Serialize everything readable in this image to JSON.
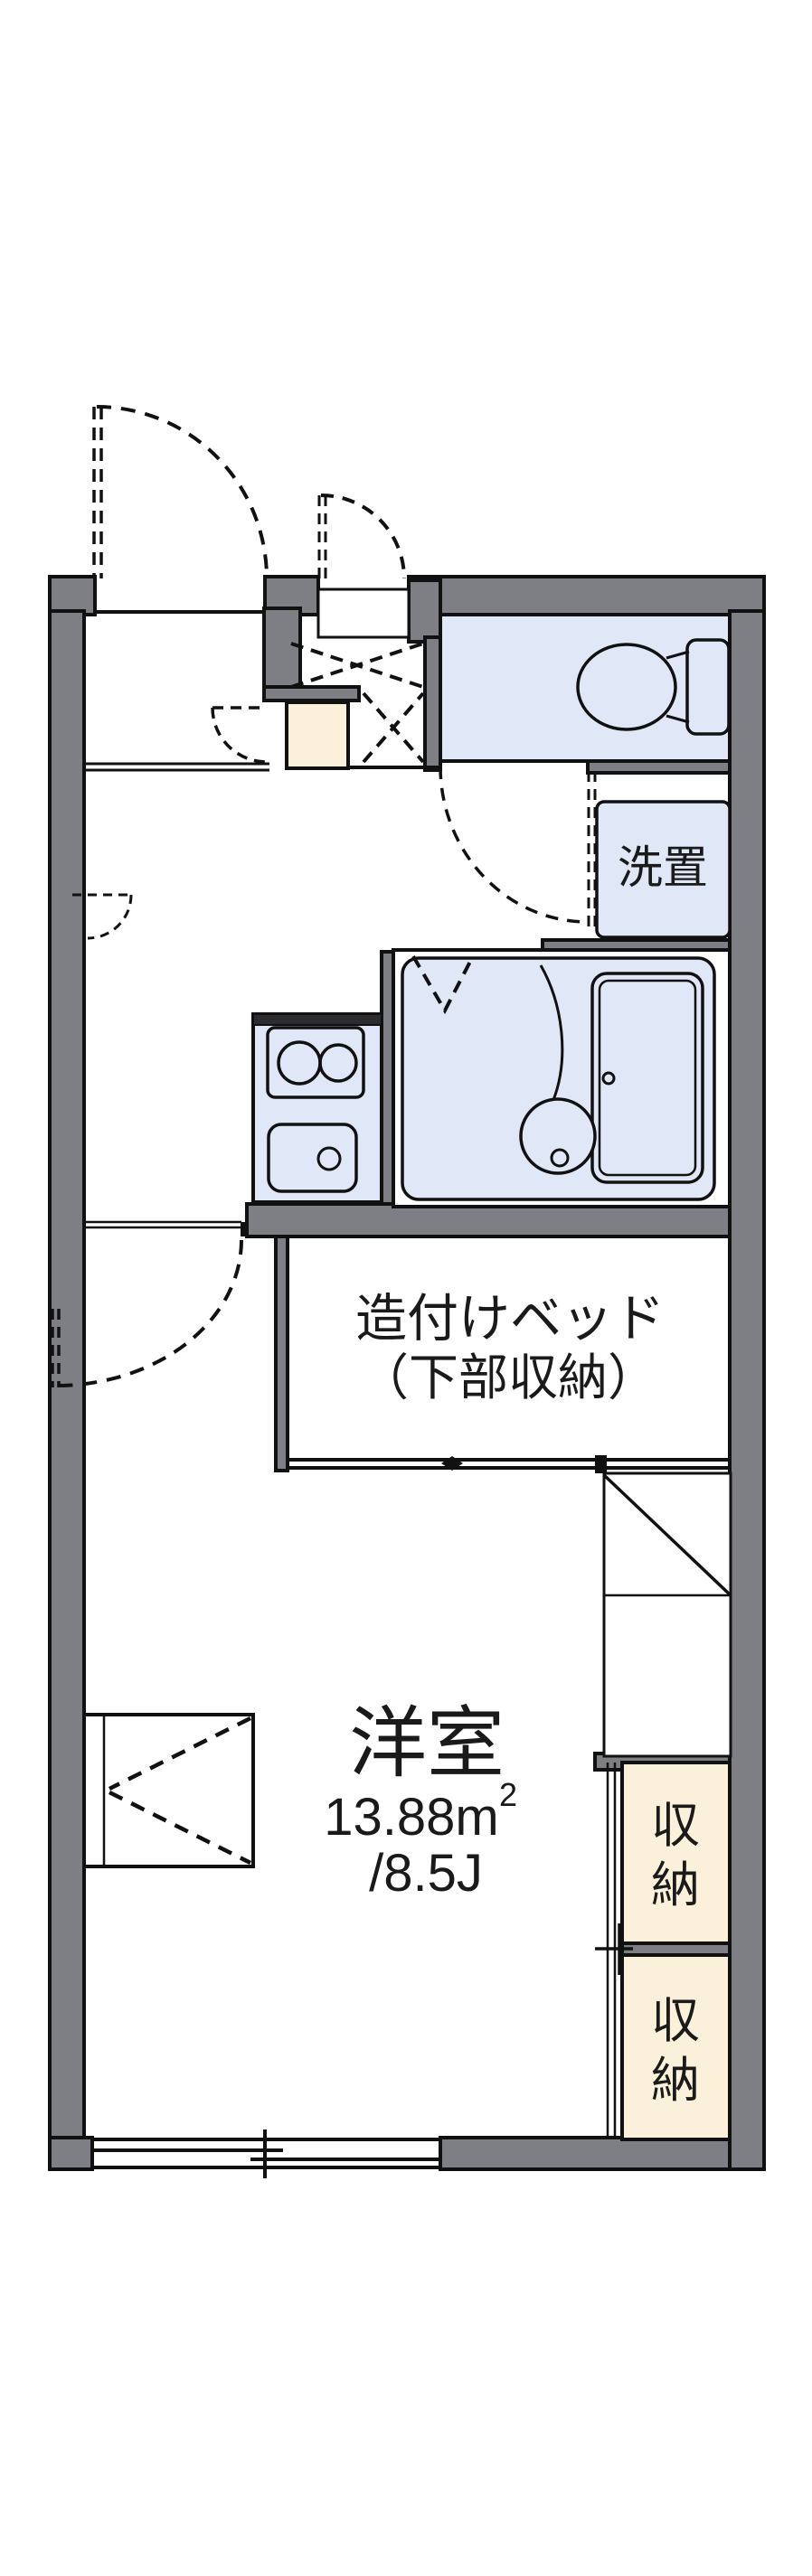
{
  "plan": {
    "kind": "apartment-floor-plan",
    "colors": {
      "wall_gray": "#7e7f85",
      "fixture_blue": "#e0e8f7",
      "cabinet_beige": "#fbf1da",
      "line_black": "#111111",
      "background": "#ffffff"
    },
    "labels": {
      "bed_line1": "造付けベッド",
      "bed_line2": "（下部収納）",
      "room_name": "洋室",
      "room_area_value": "13.88m",
      "room_area_sup": "2",
      "room_area_tatami": "/8.5J",
      "washer": "洗置",
      "storage_top_char1": "収",
      "storage_top_char2": "納",
      "storage_bottom_char1": "収",
      "storage_bottom_char2": "納"
    }
  }
}
